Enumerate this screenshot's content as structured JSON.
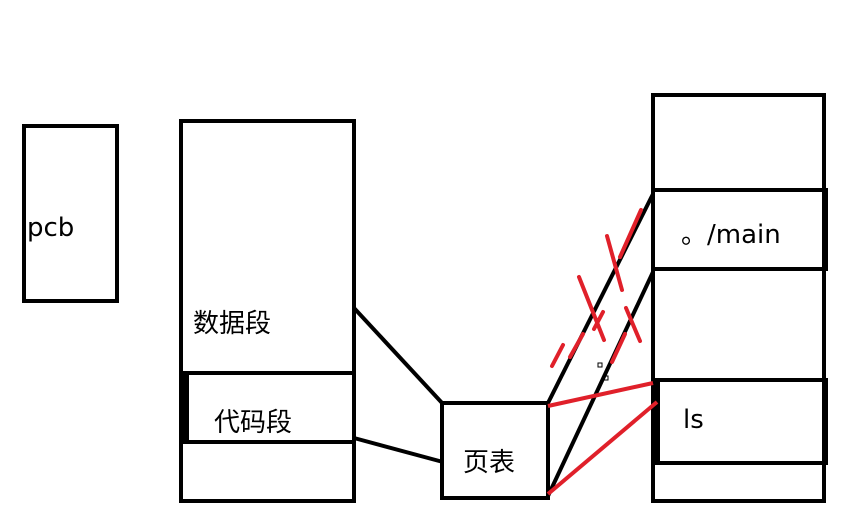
{
  "colors": {
    "stroke": "#000000",
    "highlight": "#e0202a",
    "background": "#ffffff"
  },
  "labels": {
    "pcb": "pcb",
    "data_segment": "数据段",
    "code_segment": "代码段",
    "page_table": "页表",
    "main_program": "。/main",
    "ls_program": "ls"
  }
}
